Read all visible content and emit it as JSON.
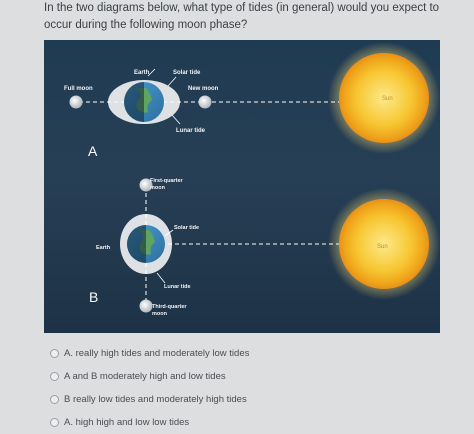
{
  "question": {
    "text": "In the two diagrams below, what type of tides (in general) would you expect to occur during the following moon phase?"
  },
  "figure": {
    "diagram_a": {
      "letter": "A",
      "earth_label": "Earth",
      "solar_tide_label": "Solar tide",
      "full_moon_label": "Full moon",
      "new_moon_label": "New moon",
      "lunar_tide_label": "Lunar tide",
      "sun_label": "Sun"
    },
    "diagram_b": {
      "letter": "B",
      "earth_label": "Earth",
      "first_quarter_label_1": "First-quarter",
      "first_quarter_label_2": "moon",
      "solar_tide_label": "Solar tide",
      "lunar_tide_label": "Lunar tide",
      "third_quarter_label_1": "Third-quarter",
      "third_quarter_label_2": "moon",
      "sun_label": "Sun"
    }
  },
  "options": [
    {
      "label": "A. really high tides and moderately low tides"
    },
    {
      "label": "A and B moderately high and low tides"
    },
    {
      "label": "B really low tides and moderately high tides"
    },
    {
      "label": "A. high high and low low tides"
    }
  ]
}
